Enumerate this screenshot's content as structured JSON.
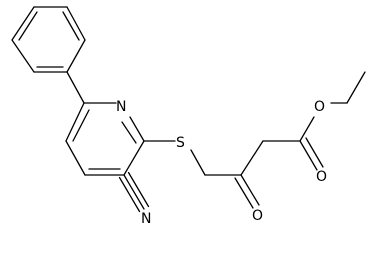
{
  "molecule": {
    "atoms": {
      "nitrogen_ring": "N",
      "sulfur": "S",
      "nitrogen_nitrile": "N",
      "oxygen_ketone": "O",
      "oxygen_ester_single": "O",
      "oxygen_ester_double": "O"
    }
  },
  "colors": {
    "bond": "#000000",
    "background": "#ffffff"
  }
}
